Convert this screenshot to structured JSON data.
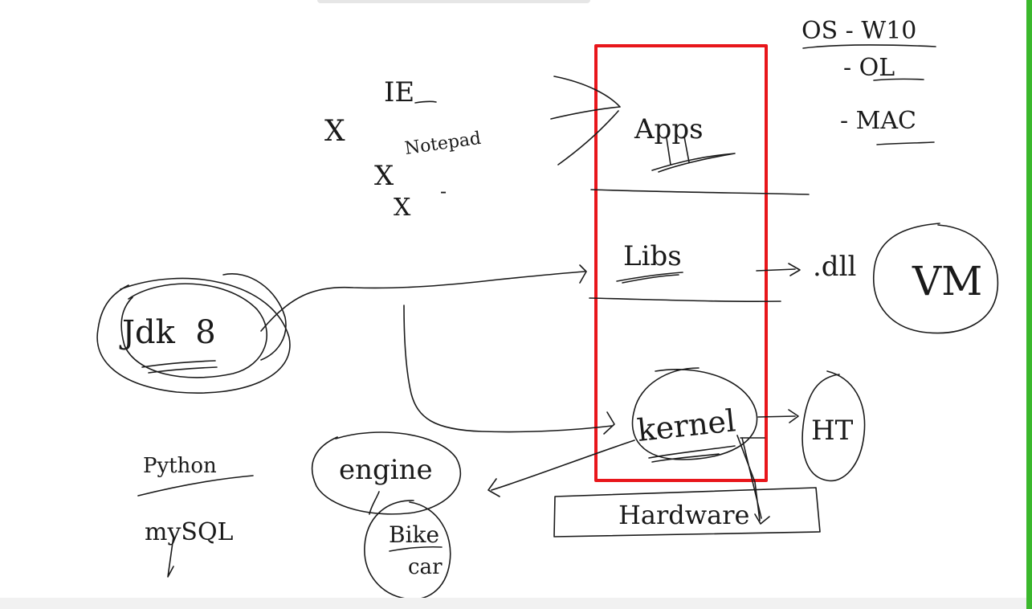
{
  "labels": {
    "ie": "IE",
    "notepad": "Notepad",
    "x_marks": [
      "X",
      "X",
      "X"
    ],
    "dash": "-",
    "apps": "Apps",
    "libs": "Libs",
    "dll": ".dll",
    "vm": "VM",
    "jdk": "Jdk  8",
    "kernel": "kernel",
    "ht": "HT",
    "hardware": "Hardware",
    "engine": "engine",
    "bike": "Bike",
    "car": "car",
    "python": "Python",
    "mysql": "mySQL",
    "os_heading": "OS - W10",
    "os_items": [
      "- OL",
      "- MAC"
    ]
  },
  "colors": {
    "ink": "#1a1a1a",
    "highlight_box": "#e8161b",
    "accent_bar": "#3bb82c"
  }
}
